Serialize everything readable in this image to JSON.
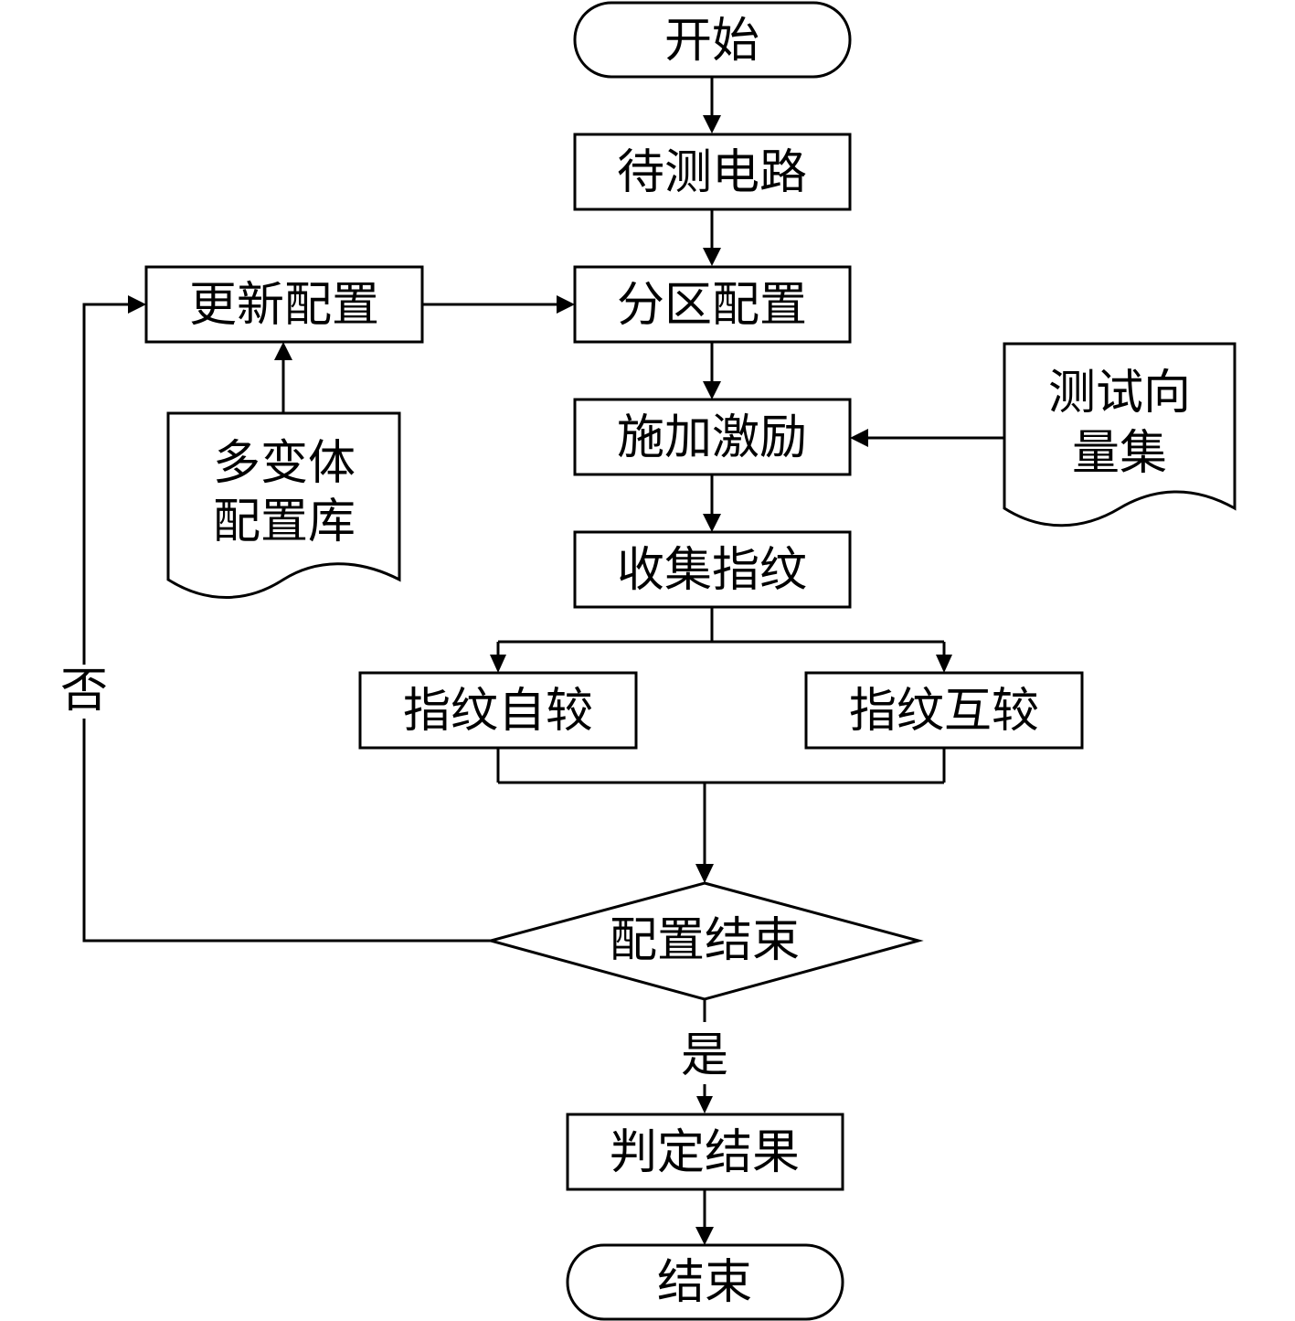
{
  "nodes": {
    "start": "开始",
    "circuit": "待测电路",
    "partition": "分区配置",
    "update": "更新配置",
    "stimulus": "施加激励",
    "collect": "收集指纹",
    "self_compare": "指纹自较",
    "mutual_compare": "指纹互较",
    "decision": "配置结束",
    "judge": "判定结果",
    "end": "结束"
  },
  "documents": {
    "variant_library": [
      "多变体",
      "配置库"
    ],
    "test_vectors": [
      "测试向",
      "量集"
    ]
  },
  "edge_labels": {
    "no": "否",
    "yes": "是"
  }
}
